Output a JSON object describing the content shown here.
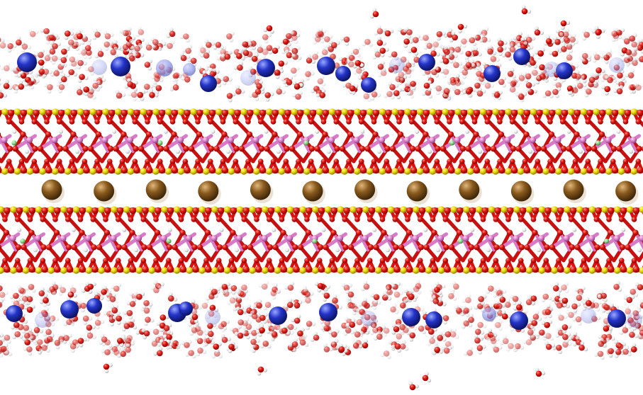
{
  "colors": {
    "background": "#ffffff",
    "oxygen": "#d81010",
    "oxygen_highlight": "#ff6a5a",
    "hydrogen": "#f2f2f2",
    "hydrogen_shade": "#bfbfbf",
    "silicon": "#e3d400",
    "silicon_highlight": "#fff45e",
    "aluminum": "#d77bc6",
    "fluoride": "#7ccf7c",
    "potassium": "#8a5a1e",
    "potassium_highlight": "#c99a52",
    "cation": "#2434c8",
    "cation_highlight": "#6f82ff"
  },
  "scene": {
    "description_items": [
      "top-water-layer",
      "upper-clay-sheet",
      "interlayer-potassium-row",
      "lower-clay-sheet",
      "bottom-water-layer"
    ],
    "interlayer_ion_count": 12,
    "top_cation_count": 13,
    "bottom_cation_count": 12
  }
}
